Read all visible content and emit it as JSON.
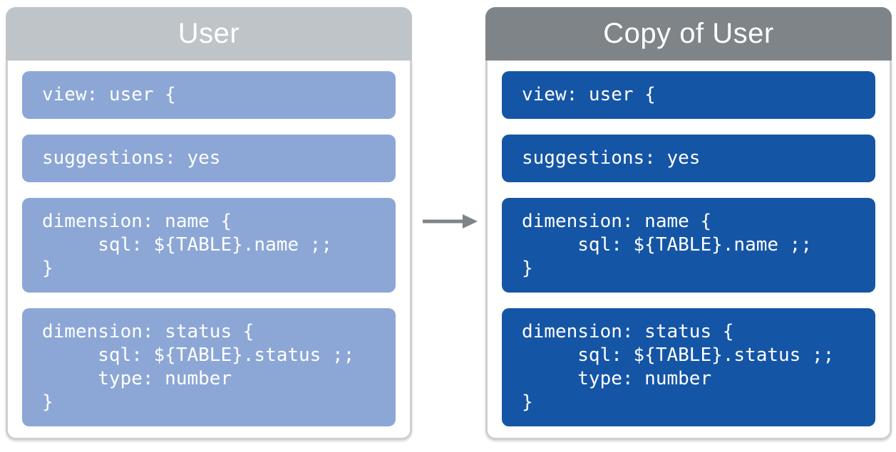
{
  "diagram": {
    "description": "LookML view copy diagram",
    "arrow": {
      "name": "copy-arrow",
      "direction": "right",
      "color": "#7e8488"
    },
    "panels": [
      {
        "id": "user",
        "title": "User",
        "colors": {
          "header": "#bec4c8",
          "block": "#8ca7d6",
          "text": "#ffffff",
          "border": "#ccd0d2",
          "body": "#ffffff"
        },
        "code_blocks": [
          {
            "lines": [
              "view: user {"
            ]
          },
          {
            "lines": [
              "suggestions: yes"
            ]
          },
          {
            "lines": [
              "dimension: name {",
              "     sql: ${TABLE}.name ;;",
              "}"
            ]
          },
          {
            "lines": [
              "dimension: status {",
              "     sql: ${TABLE}.status ;;",
              "     type: number",
              "}"
            ]
          }
        ]
      },
      {
        "id": "copy-of-user",
        "title": "Copy of User",
        "colors": {
          "header": "#7e8488",
          "block": "#1555a6",
          "text": "#ffffff",
          "border": "#ccd0d2",
          "body": "#ffffff"
        },
        "code_blocks": [
          {
            "lines": [
              "view: user {"
            ]
          },
          {
            "lines": [
              "suggestions: yes"
            ]
          },
          {
            "lines": [
              "dimension: name {",
              "     sql: ${TABLE}.name ;;",
              "}"
            ]
          },
          {
            "lines": [
              "dimension: status {",
              "     sql: ${TABLE}.status ;;",
              "     type: number",
              "}"
            ]
          }
        ]
      }
    ]
  }
}
